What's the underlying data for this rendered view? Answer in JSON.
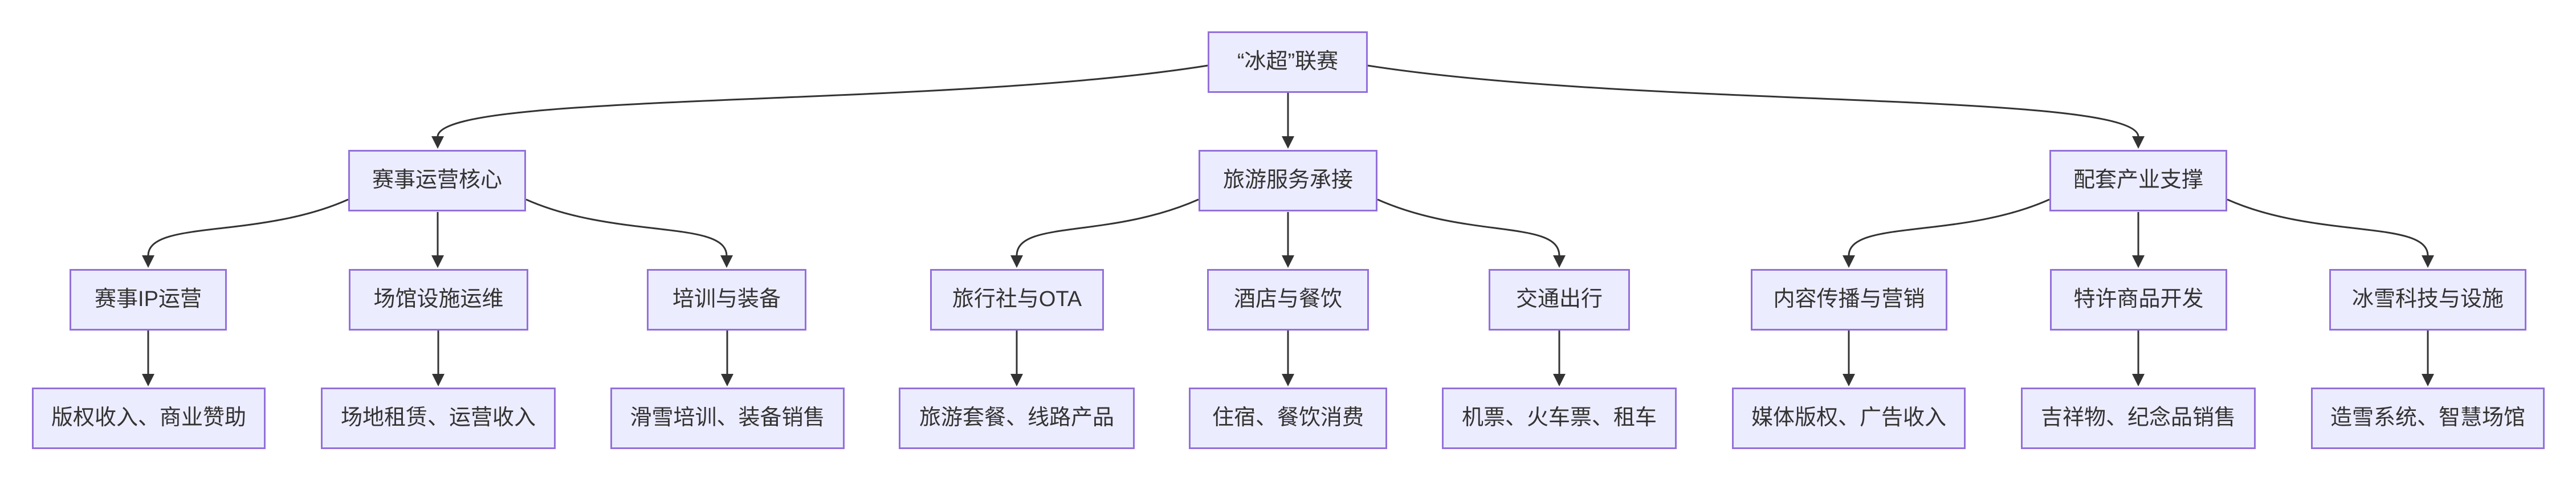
{
  "diagram": {
    "type": "flowchart",
    "direction": "top-down",
    "colors": {
      "background": "#ffffff",
      "node_fill": "#ECECFF",
      "node_border": "#9370DB",
      "edge": "#333333",
      "text": "#333333"
    },
    "nodes": {
      "root": {
        "label": "“冰超”联赛"
      },
      "b1": {
        "label": "赛事运营核心"
      },
      "b2": {
        "label": "旅游服务承接"
      },
      "b3": {
        "label": "配套产业支撑"
      },
      "c1": {
        "label": "赛事IP运营"
      },
      "c2": {
        "label": "场馆设施运维"
      },
      "c3": {
        "label": "培训与装备"
      },
      "c4": {
        "label": "旅行社与OTA"
      },
      "c5": {
        "label": "酒店与餐饮"
      },
      "c6": {
        "label": "交通出行"
      },
      "c7": {
        "label": "内容传播与营销"
      },
      "c8": {
        "label": "特许商品开发"
      },
      "c9": {
        "label": "冰雪科技与设施"
      },
      "d1": {
        "label": "版权收入、商业赞助"
      },
      "d2": {
        "label": "场地租赁、运营收入"
      },
      "d3": {
        "label": "滑雪培训、装备销售"
      },
      "d4": {
        "label": "旅游套餐、线路产品"
      },
      "d5": {
        "label": "住宿、餐饮消费"
      },
      "d6": {
        "label": "机票、火车票、租车"
      },
      "d7": {
        "label": "媒体版权、广告收入"
      },
      "d8": {
        "label": "吉祥物、纪念品销售"
      },
      "d9": {
        "label": "造雪系统、智慧场馆"
      }
    },
    "edges": [
      {
        "from": "root",
        "to": "b1"
      },
      {
        "from": "root",
        "to": "b2"
      },
      {
        "from": "root",
        "to": "b3"
      },
      {
        "from": "b1",
        "to": "c1"
      },
      {
        "from": "b1",
        "to": "c2"
      },
      {
        "from": "b1",
        "to": "c3"
      },
      {
        "from": "b2",
        "to": "c4"
      },
      {
        "from": "b2",
        "to": "c5"
      },
      {
        "from": "b2",
        "to": "c6"
      },
      {
        "from": "b3",
        "to": "c7"
      },
      {
        "from": "b3",
        "to": "c8"
      },
      {
        "from": "b3",
        "to": "c9"
      },
      {
        "from": "c1",
        "to": "d1"
      },
      {
        "from": "c2",
        "to": "d2"
      },
      {
        "from": "c3",
        "to": "d3"
      },
      {
        "from": "c4",
        "to": "d4"
      },
      {
        "from": "c5",
        "to": "d5"
      },
      {
        "from": "c6",
        "to": "d6"
      },
      {
        "from": "c7",
        "to": "d7"
      },
      {
        "from": "c8",
        "to": "d8"
      },
      {
        "from": "c9",
        "to": "d9"
      }
    ]
  }
}
